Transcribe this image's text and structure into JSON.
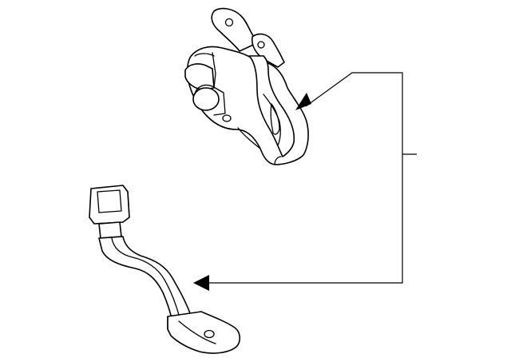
{
  "diagram": {
    "parts": [
      {
        "id": "retractor-assembly",
        "icon": "seat-belt-retractor-icon"
      },
      {
        "id": "buckle-assembly",
        "icon": "seat-belt-buckle-icon"
      }
    ],
    "callout": {
      "label": "",
      "arrow_count": 2
    },
    "colors": {
      "line": "#000000",
      "background": "#ffffff"
    }
  }
}
